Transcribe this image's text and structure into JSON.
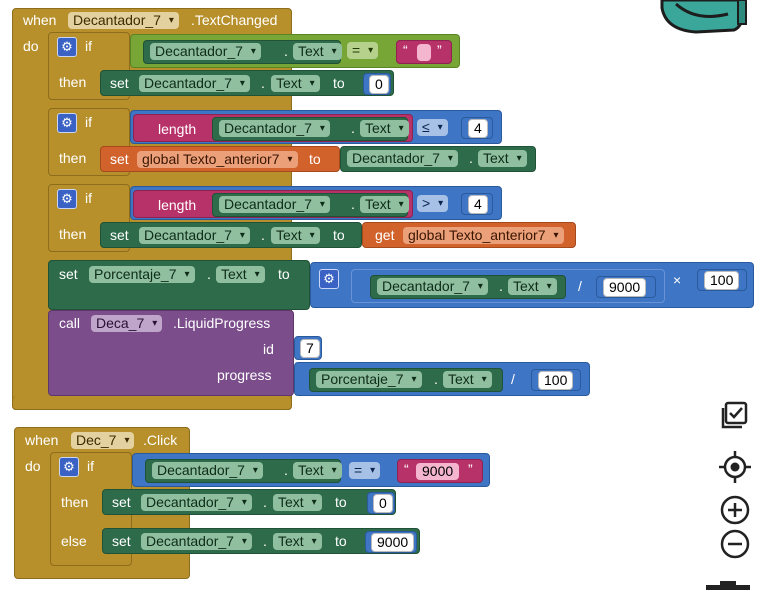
{
  "kw": {
    "when": "when",
    "do": "do",
    "if": "if",
    "then": "then",
    "else": "else",
    "set": "set",
    "to": "to",
    "call": "call",
    "get": "get",
    "length": "length",
    "dot": ".",
    "id": "id",
    "progress": "progress",
    "div": "/",
    "mul": "×",
    "text_changed": ".TextChanged",
    "click": ".Click",
    "liquid_progress": ".LiquidProgress",
    "open_quote": "“",
    "close_quote": "”"
  },
  "dd": {
    "decantador": "Decantador_7",
    "text": "Text",
    "eq": "=",
    "le": "≤",
    "gt": ">",
    "global_prev": "global Texto_anterior7",
    "porcentaje": "Porcentaje_7",
    "deca": "Deca_7",
    "dec": "Dec_7"
  },
  "val": {
    "zero": "0",
    "four": "4",
    "n9000": "9000",
    "n100": "100",
    "seven": "7",
    "s9000": "9000"
  },
  "icons": {
    "gear": "gear-icon",
    "backpack": "backpack-icon",
    "checklist": "checklist-icon",
    "target": "target-icon",
    "zoom_in": "zoom-in-icon",
    "zoom_out": "zoom-out-icon",
    "trash": "trash-icon"
  },
  "colors": {
    "control": "#b7902b",
    "logic": "#77a636",
    "component": "#2e6b4a",
    "math": "#3e75c4",
    "text": "#b8326a",
    "variable": "#d1622b",
    "procedure": "#7b4d8b"
  }
}
